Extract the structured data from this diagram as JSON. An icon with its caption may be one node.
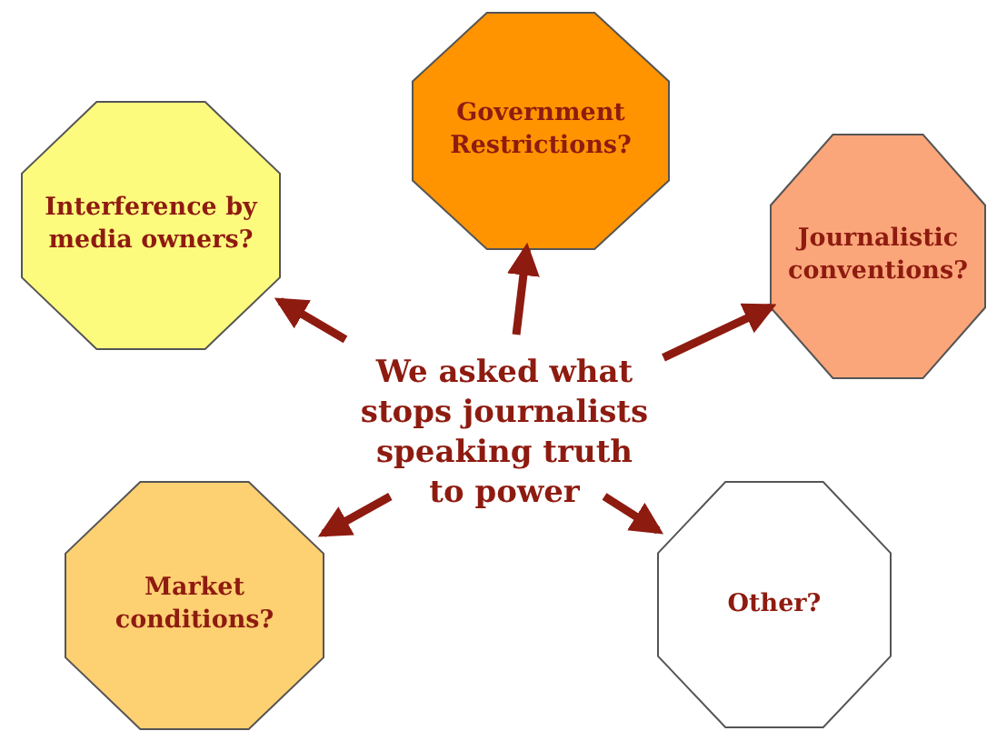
{
  "diagram": {
    "nodes": [
      {
        "text": [
          "We asked what stops journalists speaking truth to power"
        ]
      },
      {
        "text": [
          "Interference by media owners?"
        ]
      },
      {
        "text": [
          "Government Restrictions?"
        ]
      },
      {
        "text": [
          "Journalistic conventions?"
        ]
      },
      {
        "text": [
          "Market conditions?"
        ]
      },
      {
        "text": [
          "Other?"
        ]
      }
    ],
    "edges": [
      {
        "from": 0,
        "to": 1,
        "arrow": "to"
      },
      {
        "from": 0,
        "to": 2,
        "arrow": "to"
      },
      {
        "from": 0,
        "to": 3,
        "arrow": "to"
      },
      {
        "from": 0,
        "to": 4,
        "arrow": "to"
      },
      {
        "from": 0,
        "to": 5,
        "arrow": "to"
      }
    ]
  }
}
